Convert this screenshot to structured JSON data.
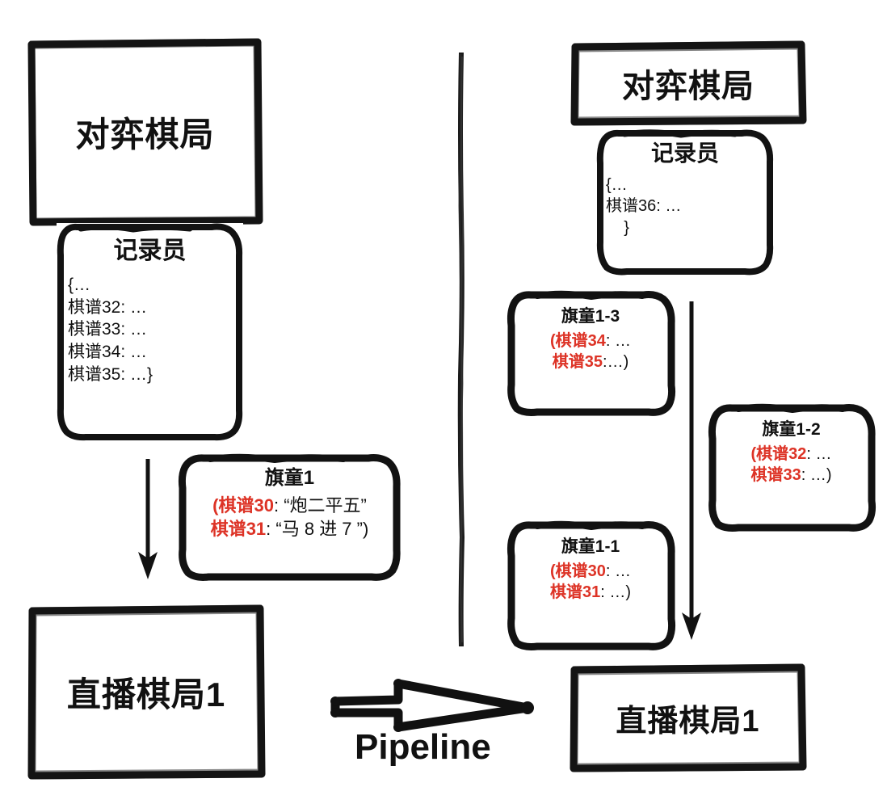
{
  "diagram": {
    "title_glyph_note": "hand-drawn chess broadcast pipeline diagram",
    "accent_red": "#dd3326",
    "ink_black": "#111111",
    "background": "#ffffff"
  },
  "left_side": {
    "board_box": {
      "label": "对弈棋局"
    },
    "recorder_box": {
      "title": "记录员",
      "lines": [
        "{…",
        "棋谱32: …",
        "棋谱33: …",
        "棋谱34: …",
        "棋谱35: …}"
      ]
    },
    "flag_box": {
      "title": "旗童1",
      "entries": [
        {
          "open": "(",
          "key": "棋谱30",
          "sep": ": ",
          "value": "“炮二平五”",
          "close": ""
        },
        {
          "open": "",
          "key": "棋谱31",
          "sep": ": ",
          "value": "“马 8 进 7 ”",
          "close": ")"
        }
      ]
    },
    "live_box": {
      "label": "直播棋局1"
    },
    "arrow": {
      "name": "down-arrow-left",
      "direction": "down"
    }
  },
  "right_side": {
    "board_box": {
      "label": "对弈棋局"
    },
    "recorder_box": {
      "title": "记录员",
      "lines": [
        "{…",
        "棋谱36: …",
        "    }"
      ]
    },
    "flag_boxes": [
      {
        "title": "旗童1-3",
        "entries": [
          {
            "open": "(",
            "key": "棋谱34",
            "sep": ": ",
            "value": "…",
            "close": ""
          },
          {
            "open": "",
            "key": "棋谱35",
            "sep": ":",
            "value": "…",
            "close": ")"
          }
        ]
      },
      {
        "title": "旗童1-2",
        "entries": [
          {
            "open": "(",
            "key": "棋谱32",
            "sep": ": ",
            "value": "…",
            "close": ""
          },
          {
            "open": "",
            "key": "棋谱33",
            "sep": ": ",
            "value": "…",
            "close": ")"
          }
        ]
      },
      {
        "title": "旗童1-1",
        "entries": [
          {
            "open": "(",
            "key": "棋谱30",
            "sep": ": ",
            "value": "…",
            "close": ""
          },
          {
            "open": "",
            "key": "棋谱31",
            "sep": ": ",
            "value": "…",
            "close": ")"
          }
        ]
      }
    ],
    "live_box": {
      "label": "直播棋局1"
    },
    "arrow": {
      "name": "down-arrow-right",
      "direction": "down"
    }
  },
  "pipeline": {
    "label": "Pipeline",
    "arrow_name": "pipeline-arrow-right"
  },
  "divider": {
    "name": "vertical-divider"
  }
}
